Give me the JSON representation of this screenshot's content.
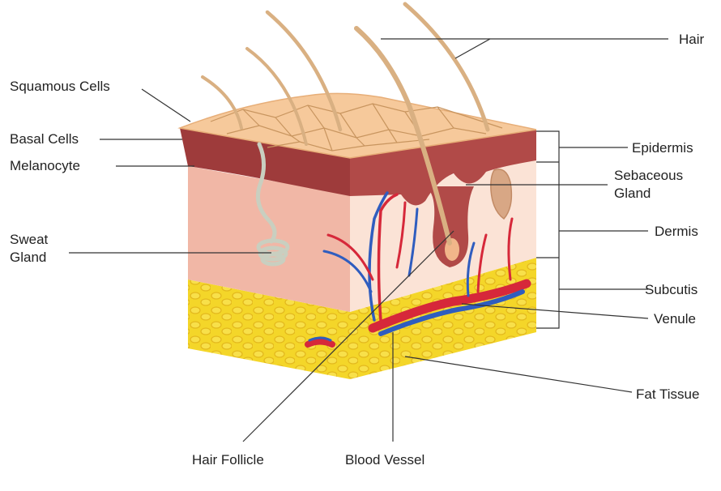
{
  "labels": {
    "hair": "Hair",
    "squamous_cells": "Squamous Cells",
    "basal_cells": "Basal Cells",
    "melanocyte": "Melanocyte",
    "sweat_gland": "Sweat\nGland",
    "epidermis": "Epidermis",
    "sebaceous_gland": "Sebaceous\nGland",
    "dermis": "Dermis",
    "subcutis": "Subcutis",
    "venule": "Venule",
    "fat_tissue": "Fat Tissue",
    "hair_follicle": "Hair Follicle",
    "blood_vessel": "Blood Vessel"
  },
  "colors": {
    "epidermis_top": "#f6c99b",
    "cell_lines": "#c8955f",
    "basal_layer": "#9e3b3b",
    "dermis_front": "#f1b7a6",
    "dermis_side": "#fbe3d6",
    "fat": "#f4d629",
    "fat_shadow": "#e3b81c",
    "artery": "#d6283a",
    "vein": "#2f5dbf",
    "hair": "#d9b082",
    "sweat_gland": "#c9cfc0",
    "leader": "#333333"
  }
}
